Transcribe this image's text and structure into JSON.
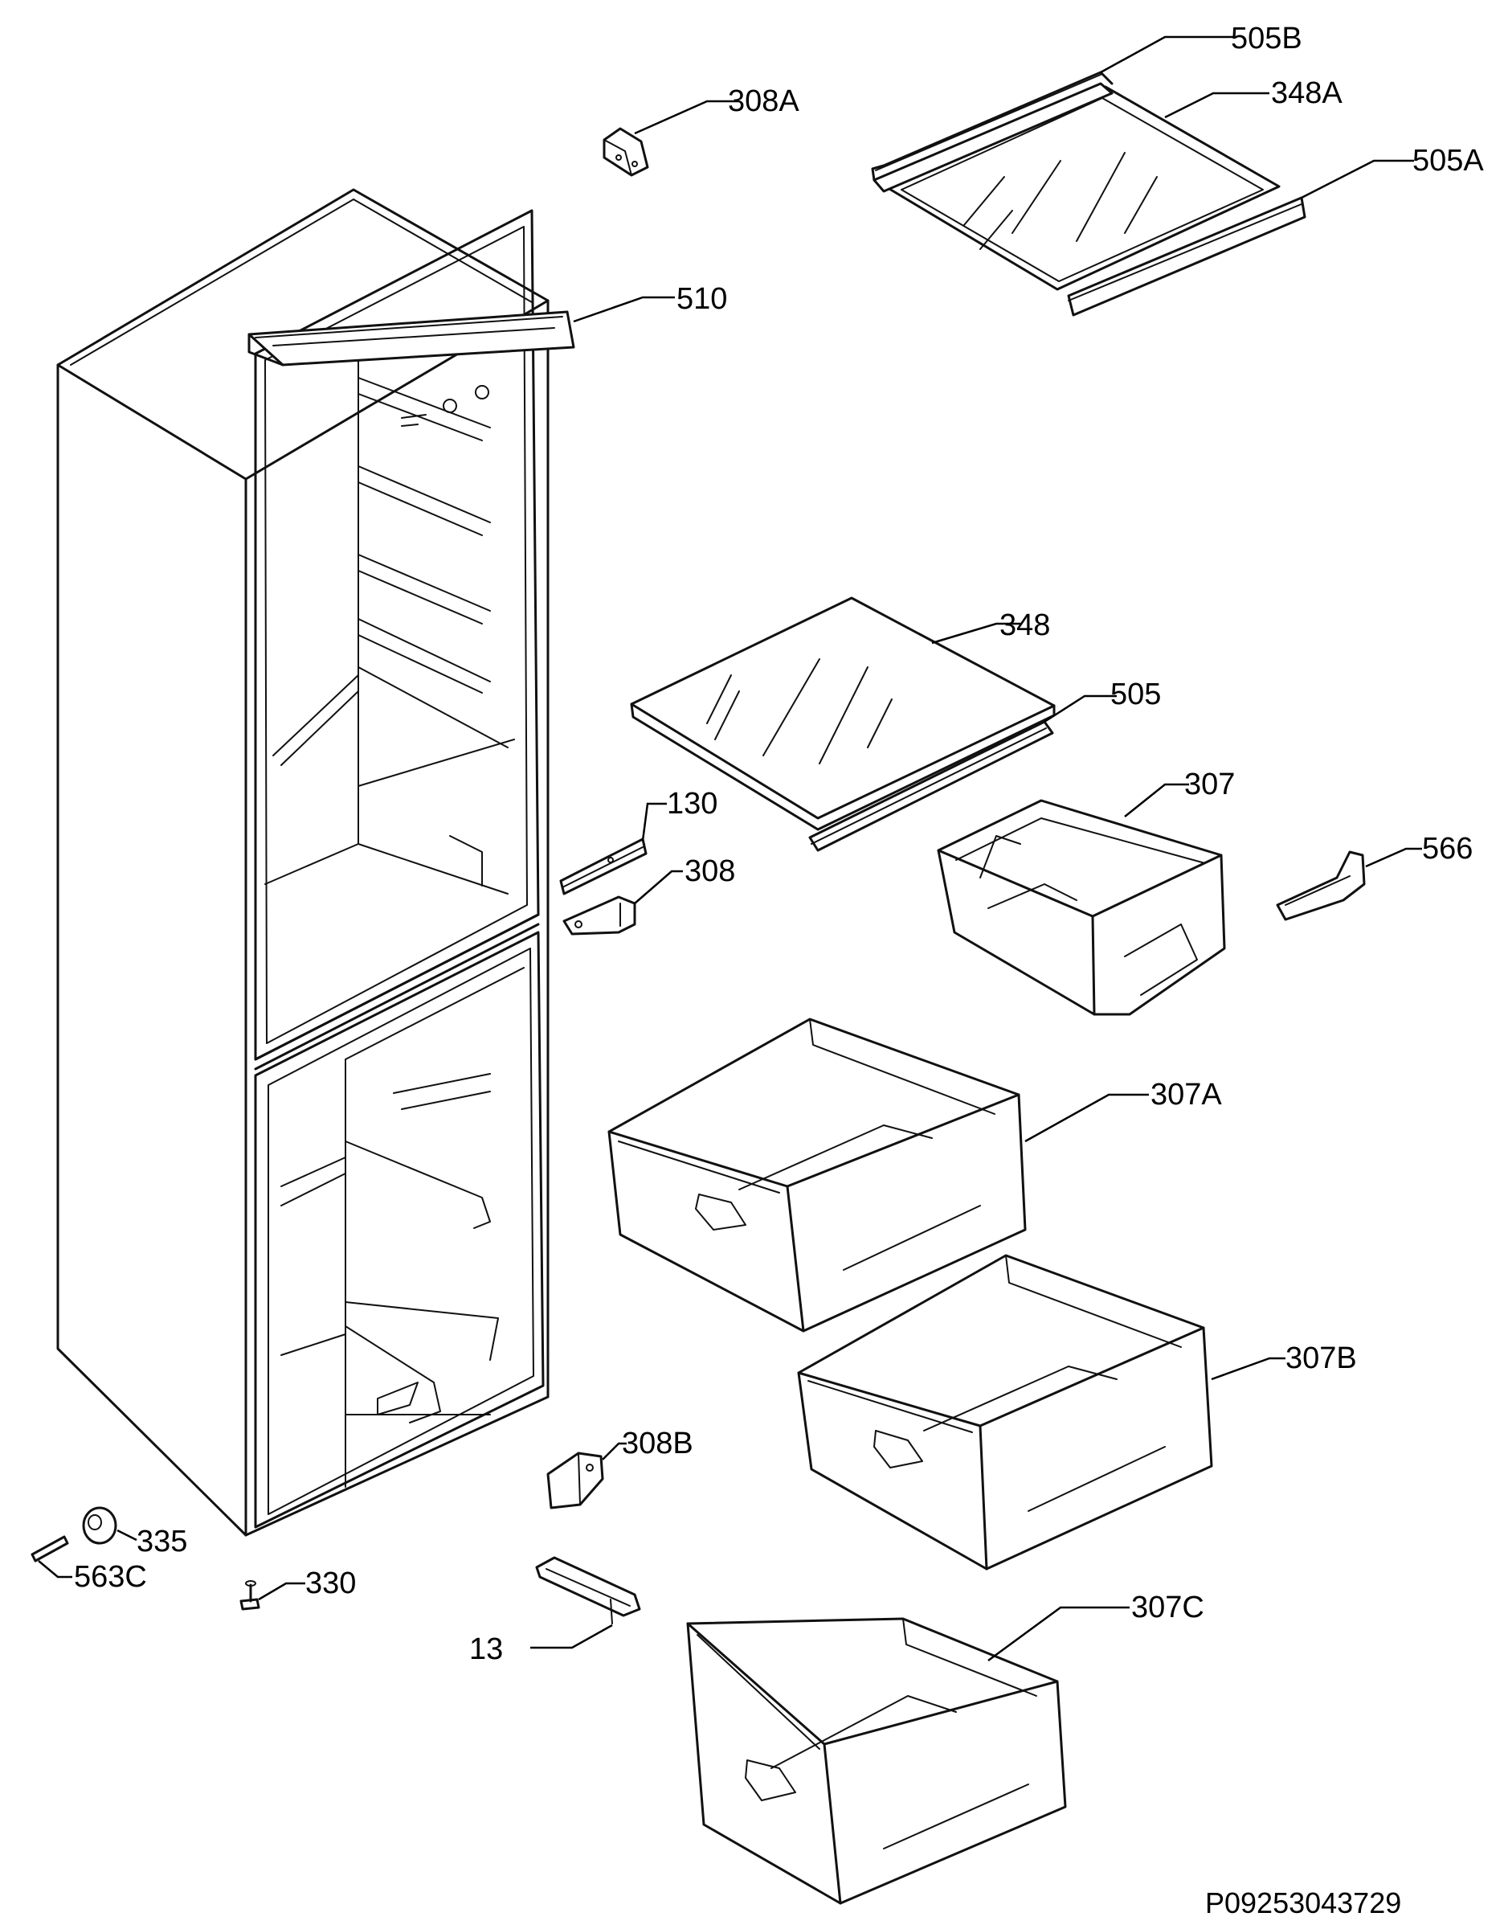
{
  "diagram": {
    "document_code": "P09253043729",
    "callouts": [
      {
        "id": "308a",
        "text": "308A"
      },
      {
        "id": "505b",
        "text": "505B"
      },
      {
        "id": "348a",
        "text": "348A"
      },
      {
        "id": "505a",
        "text": "505A"
      },
      {
        "id": "510",
        "text": "510"
      },
      {
        "id": "348",
        "text": "348"
      },
      {
        "id": "505",
        "text": "505"
      },
      {
        "id": "130",
        "text": "130"
      },
      {
        "id": "307",
        "text": "307"
      },
      {
        "id": "308",
        "text": "308"
      },
      {
        "id": "566",
        "text": "566"
      },
      {
        "id": "307a",
        "text": "307A"
      },
      {
        "id": "307b",
        "text": "307B"
      },
      {
        "id": "308b",
        "text": "308B"
      },
      {
        "id": "335",
        "text": "335"
      },
      {
        "id": "563c",
        "text": "563C"
      },
      {
        "id": "330",
        "text": "330"
      },
      {
        "id": "13",
        "text": "13"
      },
      {
        "id": "307c",
        "text": "307C"
      }
    ]
  }
}
